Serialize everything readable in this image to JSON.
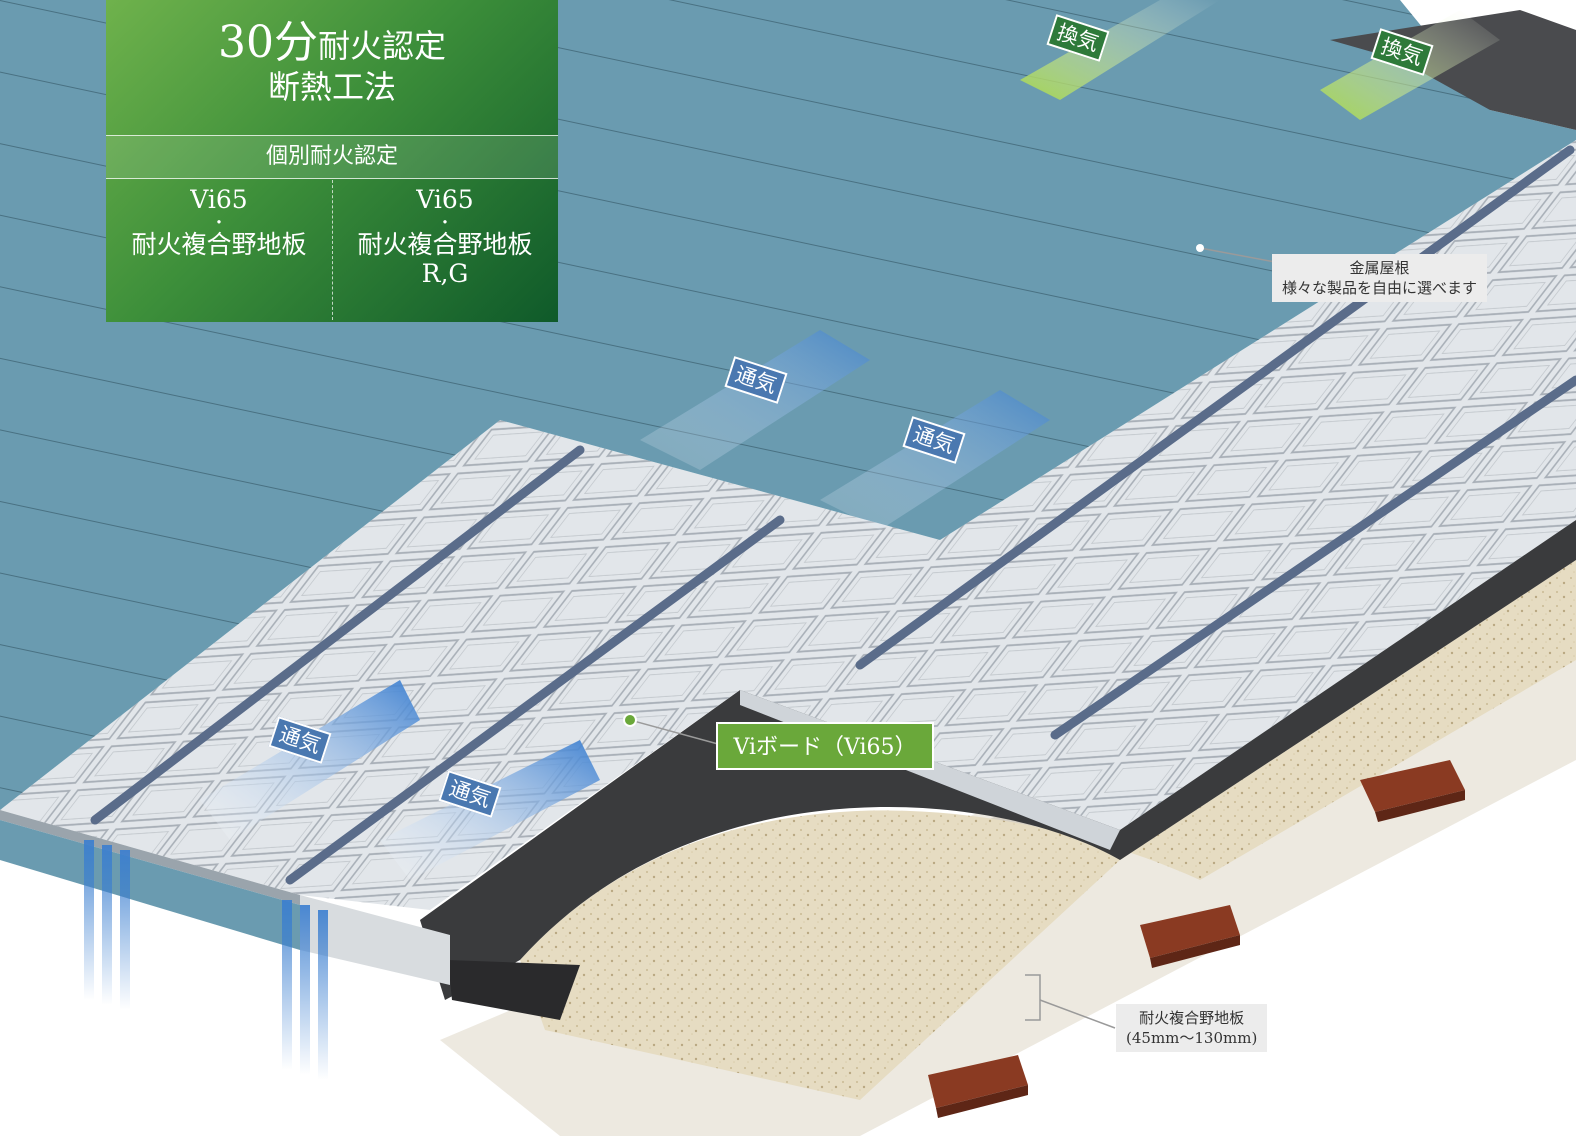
{
  "title": {
    "line1_number": "30分",
    "line1_text": "耐火認定",
    "line2": "断熱工法",
    "subheading": "個別耐火認定",
    "columns": [
      {
        "model": "Vi65",
        "separator": "・",
        "product": "耐火複合野地板",
        "variant": ""
      },
      {
        "model": "Vi65",
        "separator": "・",
        "product": "耐火複合野地板",
        "variant": "R,G"
      }
    ]
  },
  "badges": {
    "exhaust": [
      "換気",
      "換気"
    ],
    "ventilation": [
      "通気",
      "通気",
      "通気",
      "通気"
    ]
  },
  "callouts": {
    "metal_roof": {
      "line1": "金属屋根",
      "line2": "様々な製品を自由に選べます"
    },
    "vi_board": "Viボード（Vi65）",
    "fireproof_board": {
      "line1": "耐火複合野地板",
      "line2": "(45mm〜130mm)"
    }
  },
  "colors": {
    "roof_panel": "#6a9bb0",
    "insulation_board": "#e2e6ea",
    "rail": "#5a6c8a",
    "waterproof_sheet": "#3a3b3d",
    "composite_board": "#e6dcc2",
    "rafter": "#8a3a22",
    "vent_blue": "#4a78b0",
    "accent_green": "#6aa83a",
    "title_green": "#2f7f38"
  }
}
